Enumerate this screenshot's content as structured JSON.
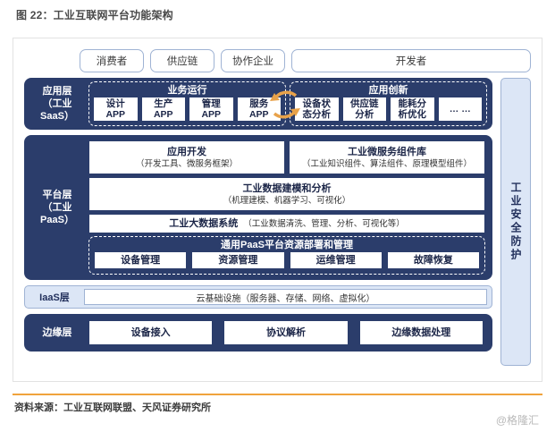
{
  "title": "图 22：工业互联网平台功能架构",
  "stakeholders": [
    {
      "label": "消费者"
    },
    {
      "label": "供应链"
    },
    {
      "label": "协作企业"
    },
    {
      "label": "开发者"
    }
  ],
  "saas_layer": {
    "label_line1": "应用层",
    "label_line2": "（工业SaaS）",
    "groups": [
      {
        "title": "业务运行",
        "items": [
          {
            "l1": "设计",
            "l2": "APP"
          },
          {
            "l1": "生产",
            "l2": "APP"
          },
          {
            "l1": "管理",
            "l2": "APP"
          },
          {
            "l1": "服务",
            "l2": "APP"
          }
        ]
      },
      {
        "title": "应用创新",
        "items": [
          {
            "l1": "设备状",
            "l2": "态分析"
          },
          {
            "l1": "供应链",
            "l2": "分析"
          },
          {
            "l1": "能耗分",
            "l2": "析优化"
          },
          {
            "l1": "… …",
            "l2": ""
          }
        ]
      }
    ],
    "cycle_icon": "circular-arrows-icon",
    "cycle_color": "#e8a24a"
  },
  "paas_layer": {
    "label_line1": "平台层",
    "label_line2": "（工业PaaS）",
    "row1": [
      {
        "title": "应用开发",
        "sub": "（开发工具、微服务框架）"
      },
      {
        "title": "工业微服务组件库",
        "sub": "（工业知识组件、算法组件、原理模型组件）"
      }
    ],
    "row2": {
      "title": "工业数据建模和分析",
      "sub": "（机理建模、机器学习、可视化）"
    },
    "row3": {
      "title": "工业大数据系统",
      "sub": "（工业数据清洗、管理、分析、可视化等）"
    },
    "row4": {
      "title": "通用PaaS平台资源部署和管理",
      "items": [
        {
          "title": "设备管理"
        },
        {
          "title": "资源管理"
        },
        {
          "title": "运维管理"
        },
        {
          "title": "故障恢复"
        }
      ]
    }
  },
  "iaas_layer": {
    "label": "IaaS层",
    "content": "云基础设施（服务器、存储、网络、虚拟化）"
  },
  "edge_layer": {
    "label": "边缘层",
    "items": [
      {
        "title": "设备接入"
      },
      {
        "title": "协议解析"
      },
      {
        "title": "边缘数据处理"
      }
    ]
  },
  "security_bar": {
    "label": "工业安全防护"
  },
  "footer": {
    "source": "资料来源：工业互联网联盟、天风证券研究所",
    "watermark": "@格隆汇",
    "rule_color": "#f0a33c"
  },
  "colors": {
    "navy": "#2b3d6b",
    "light_blue": "#dce6f6",
    "border_blue": "#9fb3d4",
    "orange": "#f0a33c"
  }
}
